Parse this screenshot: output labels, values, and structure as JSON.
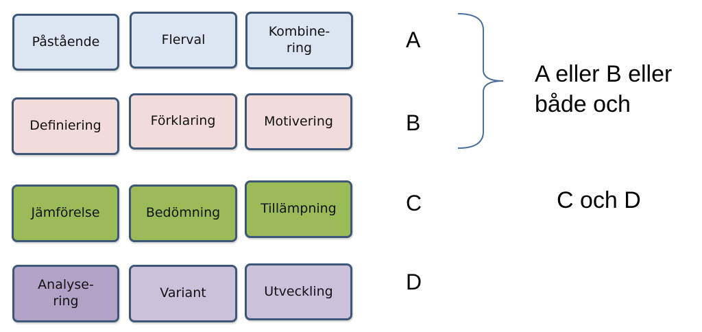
{
  "boxes": {
    "row1": [
      "Påstående",
      "Flerval",
      "Kombine-\nring"
    ],
    "row2": [
      "Definiering",
      "Förklaring",
      "Motivering"
    ],
    "row3": [
      "Jämförelse",
      "Bedömning",
      "Tillämpning"
    ],
    "row4": [
      "Analyse-\nring",
      "Variant",
      "Utveckling"
    ]
  },
  "letters": [
    "A",
    "B",
    "C",
    "D"
  ],
  "brace_note": [
    "A eller B eller",
    "både och"
  ],
  "cd_note": "C och D",
  "colors": {
    "row1": "#dce6f2",
    "row2": "#f2dcdb",
    "row3": "#9bbb59",
    "row4_first": "#b2a2c7",
    "row4_rest": "#ccc1da",
    "border": "#3f5776",
    "brace": "#4a6f9e"
  }
}
